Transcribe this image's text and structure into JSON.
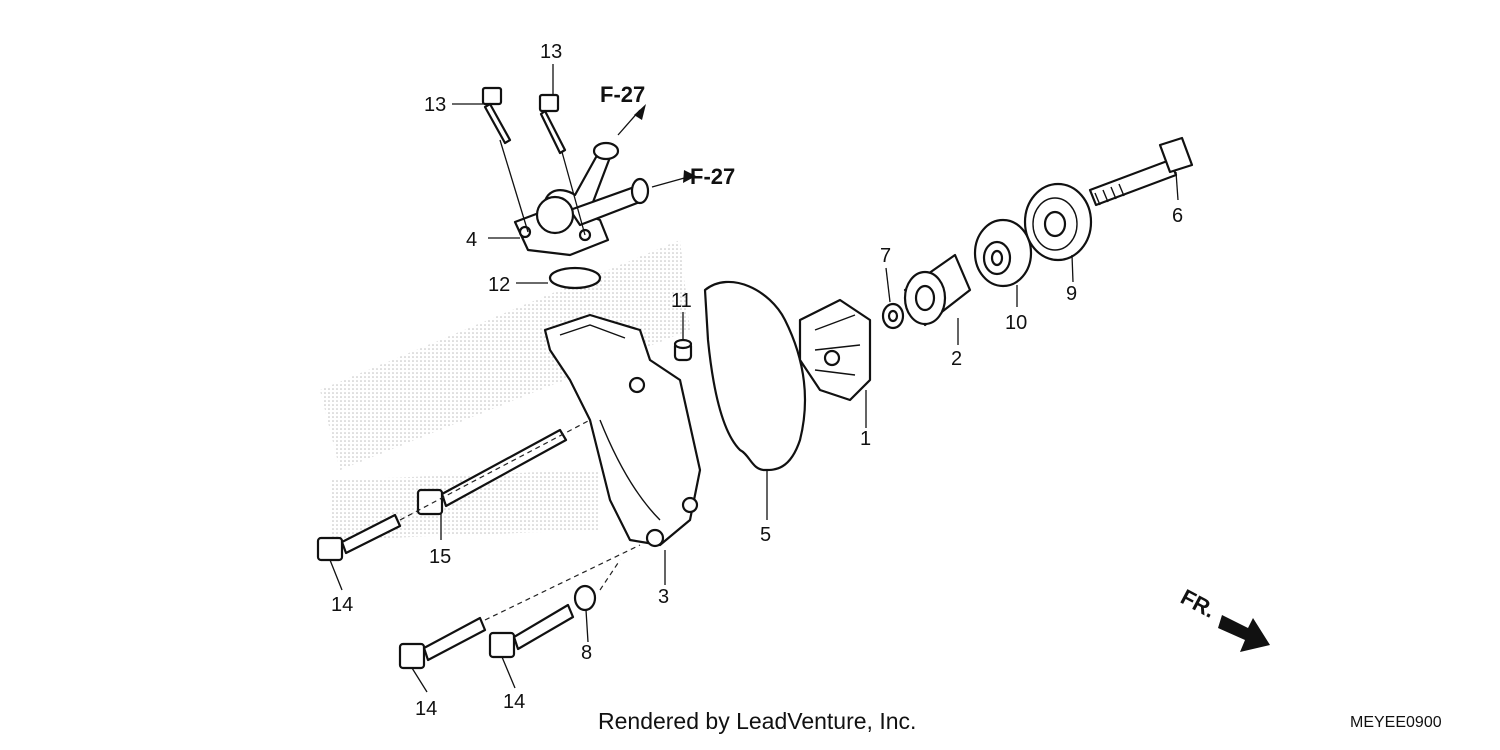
{
  "labels": {
    "p1": "1",
    "p2": "2",
    "p3": "3",
    "p4": "4",
    "p5": "5",
    "p6": "6",
    "p7": "7",
    "p8": "8",
    "p9": "9",
    "p10": "10",
    "p11": "11",
    "p12": "12",
    "p13a": "13",
    "p13b": "13",
    "p14a": "14",
    "p14b": "14",
    "p14c": "14",
    "p15": "15"
  },
  "references": {
    "f27_top": "F-27",
    "f27_right": "F-27"
  },
  "direction": {
    "label": "FR."
  },
  "footer": {
    "credit": "Rendered by LeadVenture, Inc.",
    "diagram_code": "MEYEE0900"
  }
}
